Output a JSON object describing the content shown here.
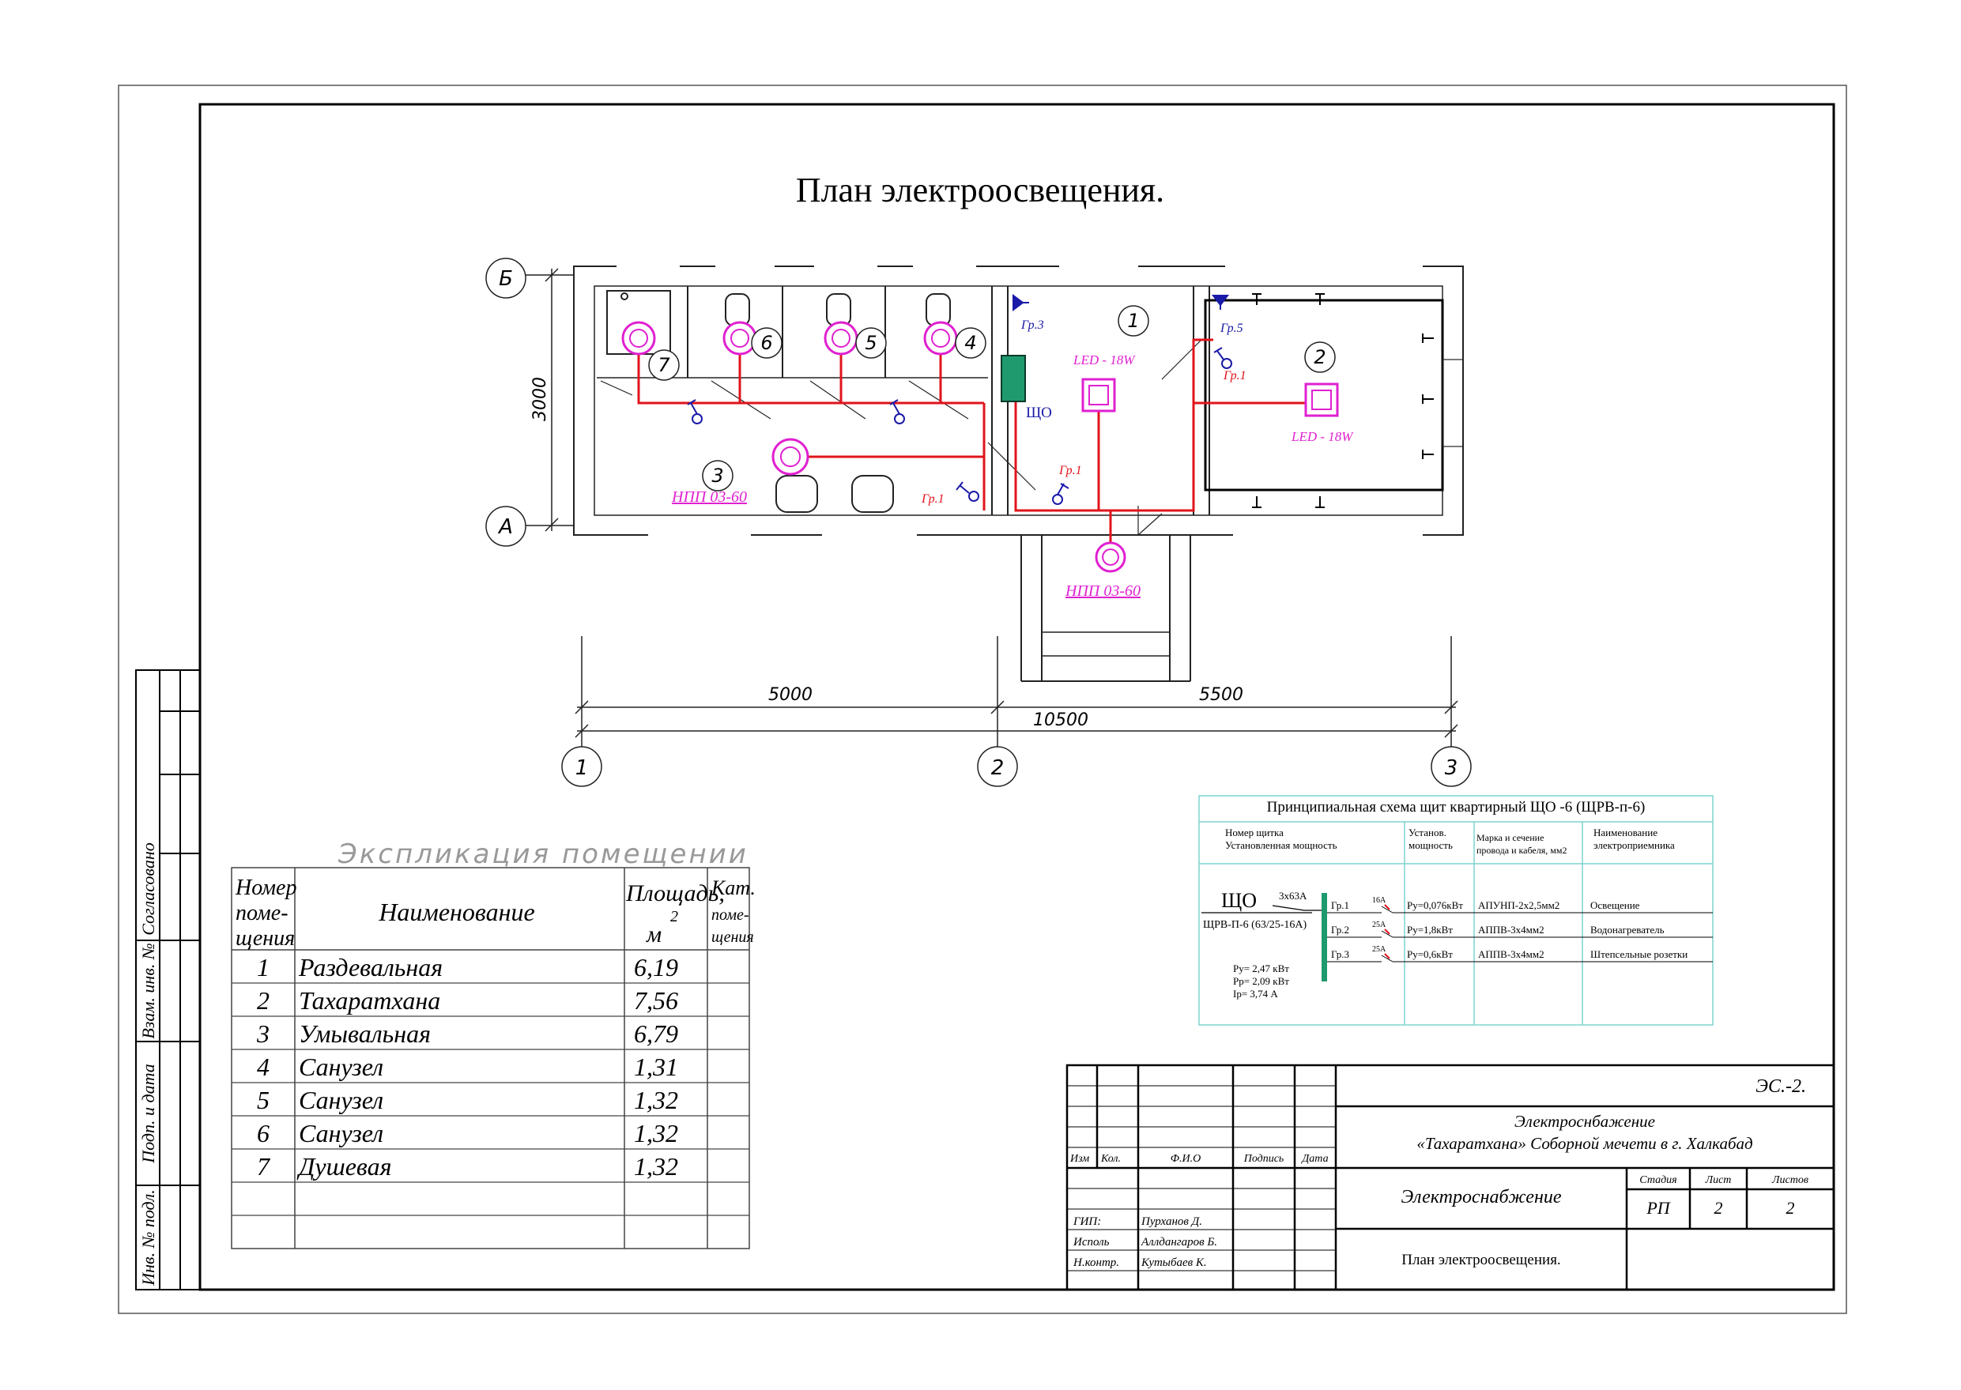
{
  "title": "План электроосвещения.",
  "axes": {
    "rows": [
      "Б",
      "А"
    ],
    "cols": [
      "1",
      "2",
      "3"
    ],
    "height_dim": "3000",
    "dims": [
      "5000",
      "5500",
      "10500"
    ]
  },
  "rooms": [
    "1",
    "2",
    "3",
    "4",
    "5",
    "6",
    "7"
  ],
  "labels": {
    "led1": "LED - 18W",
    "led2": "LED - 18W",
    "npp1": "НПП 03-60",
    "npp2": "НПП 03-60",
    "gr3": "Гр.3",
    "gr5": "Гр.5",
    "gr1_a": "Гр.1",
    "gr1_b": "Гр.1",
    "gr1_c": "Гр.1",
    "shco": "ЩО"
  },
  "explication": {
    "title": "Экспликация помещении",
    "headers": {
      "num": [
        "Номер",
        "поме-",
        "щения"
      ],
      "name": "Наименование",
      "area": [
        "Площадь,",
        "2",
        "м"
      ],
      "cat": [
        "Кат.",
        "поме-",
        "щения"
      ]
    },
    "rows": [
      {
        "num": "1",
        "name": "Раздевальная",
        "area": "6,19"
      },
      {
        "num": "2",
        "name": "Тахаратхана",
        "area": "7,56"
      },
      {
        "num": "3",
        "name": "Умывальная",
        "area": "6,79"
      },
      {
        "num": "4",
        "name": "Санузел",
        "area": "1,31"
      },
      {
        "num": "5",
        "name": "Санузел",
        "area": "1,32"
      },
      {
        "num": "6",
        "name": "Санузел",
        "area": "1,32"
      },
      {
        "num": "7",
        "name": "Душевая",
        "area": "1,32"
      }
    ]
  },
  "schema": {
    "title": "Принципиальная схема щит квартирный ЩО -6 (ЩРВ-п-6)",
    "headers": {
      "shield": [
        "Номер щитка",
        "Установленная мощность"
      ],
      "power": [
        "Установ.",
        "мощность"
      ],
      "cable": [
        "Марка и сечение",
        "провода и кабеля, мм2"
      ],
      "receiver": [
        "Наименование",
        "электроприемника"
      ]
    },
    "panel": "ЩО",
    "panel_sub": "ЩРВ-П-6 (63/25-16А)",
    "main_breaker": "3х63А",
    "totals": [
      "Ру= 2,47 кВт",
      "Рр= 2,09 кВт",
      "Iр= 3,74 А"
    ],
    "groups": [
      {
        "name": "Гр.1",
        "breaker": "16А",
        "power": "Ру=0,076кВт",
        "cable": "АПУНП-2х2,5мм2",
        "receiver": "Освещение"
      },
      {
        "name": "Гр.2",
        "breaker": "25А",
        "power": "Ру=1,8кВт",
        "cable": "АППВ-3х4мм2",
        "receiver": "Водонагреватель"
      },
      {
        "name": "Гр.3",
        "breaker": "25А",
        "power": "Ру=0,6кВт",
        "cable": "АППВ-3х4мм2",
        "receiver": "Штепсельные розетки"
      }
    ]
  },
  "stamp": {
    "code": "ЭС.-2.",
    "project": [
      "Электроснбажение",
      "«Тахаратхана» Соборной мечети в г. Халкабад"
    ],
    "section": "Электроснабжение",
    "sheet_title": "План электроосвещения.",
    "col_heads": {
      "izm": "Изм",
      "kol": "Кол.",
      "fio": "Ф.И.О",
      "sign": "Подпись",
      "date": "Дата"
    },
    "stage_head": "Стадия",
    "list_head": "Лист",
    "lists_head": "Листов",
    "stage": "РП",
    "list": "2",
    "lists": "2",
    "people": [
      {
        "role": "ГИП:",
        "name": "Пурханов Д."
      },
      {
        "role": "Исполь",
        "name": "Аллдангаров Б."
      },
      {
        "role": "Н.контр.",
        "name": "Кутыбаев К."
      }
    ]
  },
  "side_stamp": [
    "Согласовано",
    "Взам. инв. №",
    "Подп. и дата",
    "Инв. № подл."
  ],
  "colors": {
    "wire": "#e0141c",
    "lamp": "#e020d0",
    "switch": "#1a1aa8",
    "panel": "#1f9a6e",
    "grid": "#7fd4d0"
  }
}
